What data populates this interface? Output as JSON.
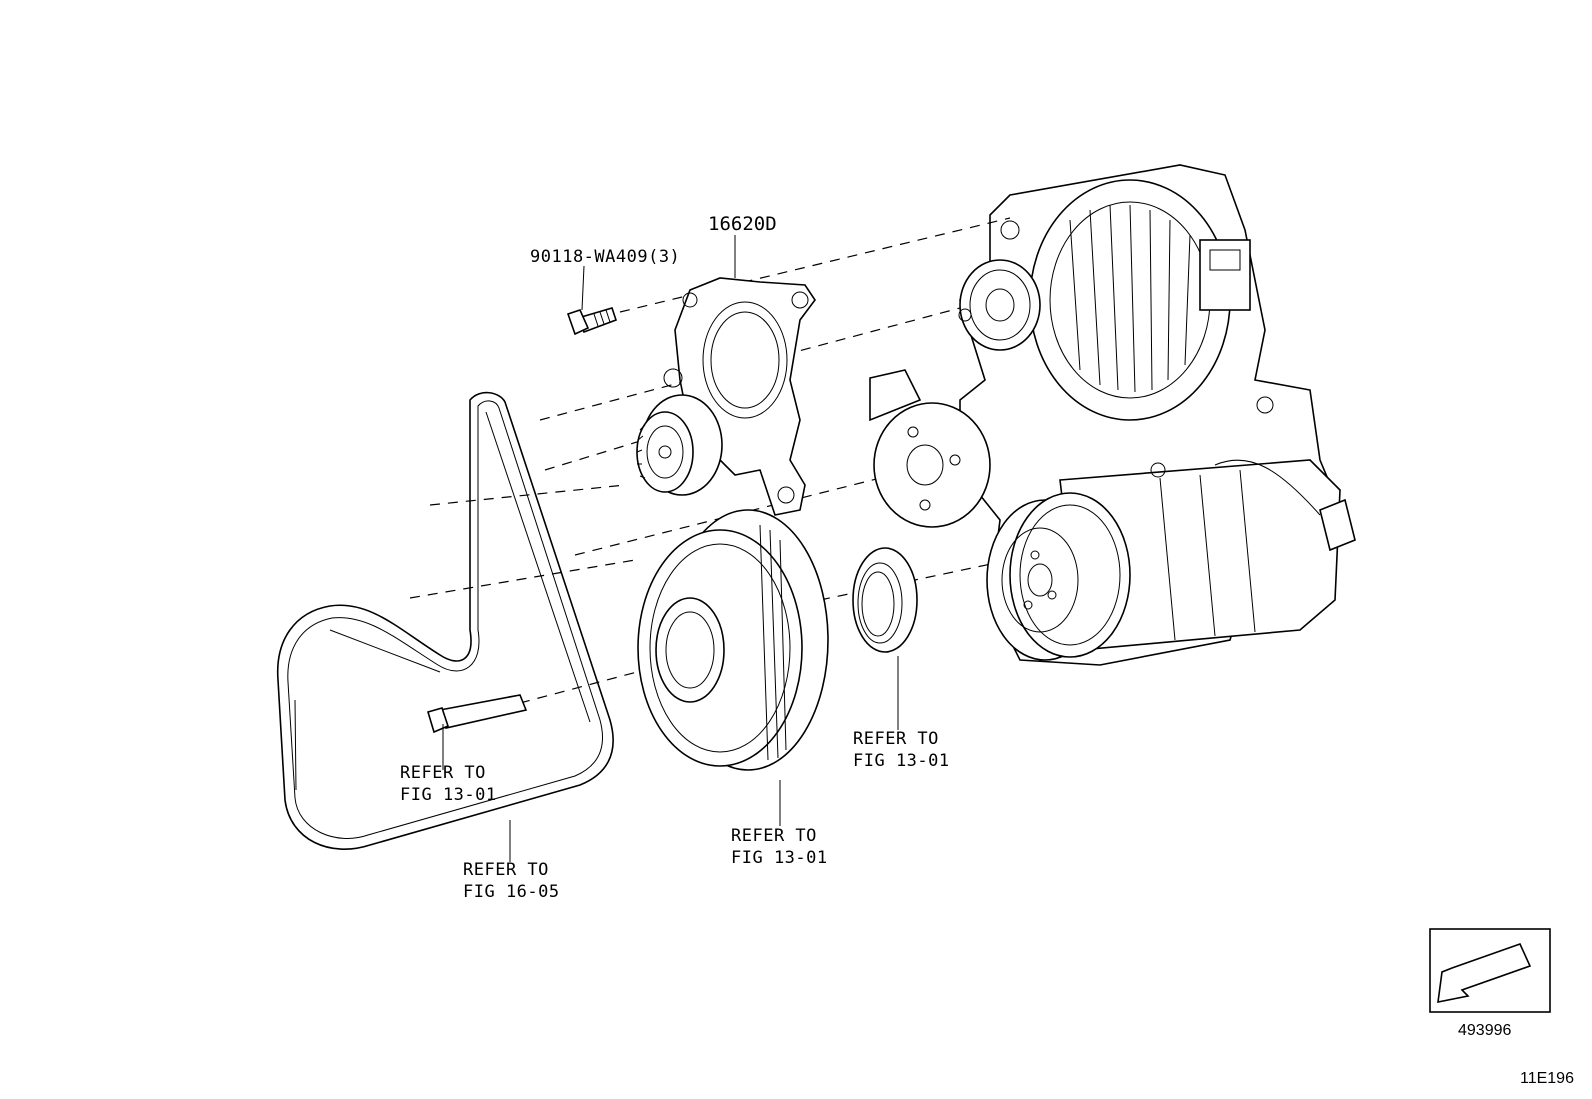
{
  "parts": {
    "tensioner": "16620D",
    "bolt": "90118-WA409(3)"
  },
  "refs": {
    "bolt_ref_line1": "REFER TO",
    "bolt_ref_line2": "FIG 13-01",
    "belt_ref_line1": "REFER TO",
    "belt_ref_line2": "FIG 16-05",
    "pulley_ref_line1": "REFER TO",
    "pulley_ref_line2": "FIG 13-01",
    "seal_ref_line1": "REFER TO",
    "seal_ref_line2": "FIG 13-01"
  },
  "footer": {
    "figure_code": "493996",
    "page_code": "11E196"
  }
}
